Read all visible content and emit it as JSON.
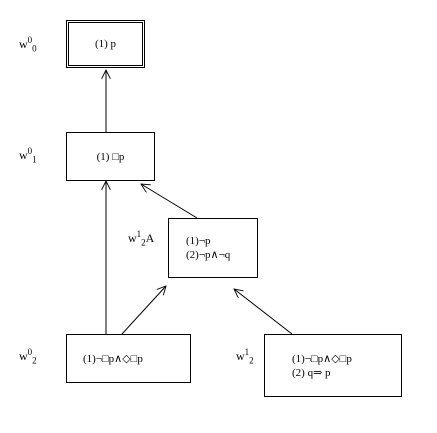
{
  "worlds": {
    "w00": {
      "label": {
        "base": "w",
        "sup": "0",
        "sub": "0",
        "suffix": ""
      },
      "lines": [
        "(1) p"
      ]
    },
    "w10": {
      "label": {
        "base": "w",
        "sup": "0",
        "sub": "1",
        "suffix": ""
      },
      "lines": [
        "(1) □p"
      ]
    },
    "w21A": {
      "label": {
        "base": "w",
        "sup": "1",
        "sub": "2",
        "suffix": "A"
      },
      "lines": [
        "(1)¬p",
        "(2)¬p∧¬q"
      ]
    },
    "w20": {
      "label": {
        "base": "w",
        "sup": "0",
        "sub": "2",
        "suffix": ""
      },
      "lines": [
        "(1)¬□p∧◇□p"
      ]
    },
    "w21": {
      "label": {
        "base": "w",
        "sup": "1",
        "sub": "2",
        "suffix": ""
      },
      "lines": [
        "(1)¬□p∧◇□p",
        "(2) q⇒ p"
      ]
    }
  }
}
